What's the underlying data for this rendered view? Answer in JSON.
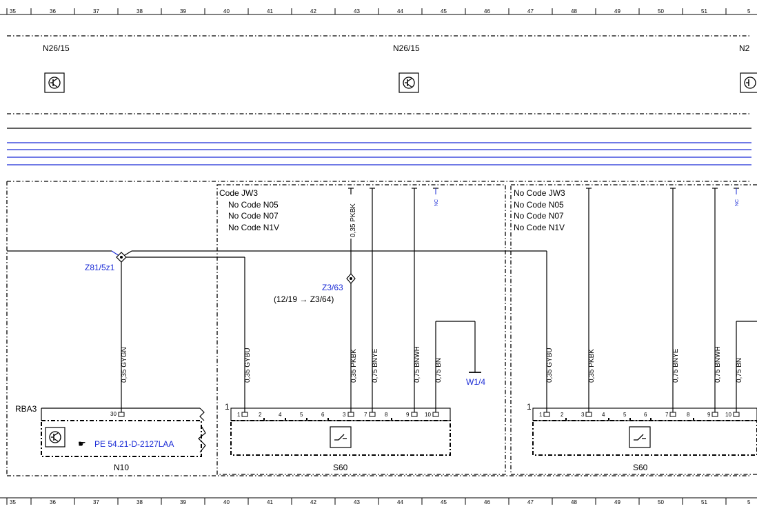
{
  "ruler": {
    "numbers": [
      "35",
      "36",
      "37",
      "38",
      "39",
      "40",
      "41",
      "42",
      "43",
      "44",
      "45",
      "46",
      "47",
      "48",
      "49",
      "50",
      "51",
      "5"
    ]
  },
  "n26": {
    "label_left": "N26/15",
    "label_mid": "N26/15",
    "label_right": "N2"
  },
  "rba3": {
    "label": "RBA3",
    "pin": "30",
    "ref_text": "PE 54.21-D-2127LAA",
    "module_label": "N10"
  },
  "splice_z81": {
    "label": "Z81/5z1"
  },
  "splice_z3": {
    "label": "Z3/63",
    "note": "(12/19 → Z3/64)"
  },
  "ground": {
    "label": "W1/4"
  },
  "s60_left": {
    "codes": [
      "Code JW3",
      "No Code N05",
      "No Code N07",
      "No Code N1V"
    ],
    "connector_no": "1",
    "pins": [
      "1",
      "2",
      "4",
      "5",
      "6",
      "3",
      "7",
      "8",
      "9",
      "10"
    ],
    "module_label": "S60",
    "top_wire": "0,35 PKBK",
    "wires": [
      "0,35 GYGN",
      "0,35 GYBU",
      "0,35 PKBK",
      "0,75 BNYE",
      "0,75 BNWH",
      "0,75 BN"
    ],
    "nc": "NC"
  },
  "s60_right": {
    "codes": [
      "No Code JW3",
      "No Code N05",
      "No Code N07",
      "No Code N1V"
    ],
    "connector_no": "1",
    "pins": [
      "1",
      "2",
      "3",
      "4",
      "5",
      "6",
      "7",
      "8",
      "9",
      "10"
    ],
    "module_label": "S60",
    "wires": [
      "0,35 GYBU",
      "0,35 PKBK",
      "0,75 BNYE",
      "0,75 BNWH",
      "0,75 BN"
    ],
    "nc": "NC"
  },
  "colors": {
    "wire_blue": "#1a2bd6",
    "line": "#000000"
  }
}
